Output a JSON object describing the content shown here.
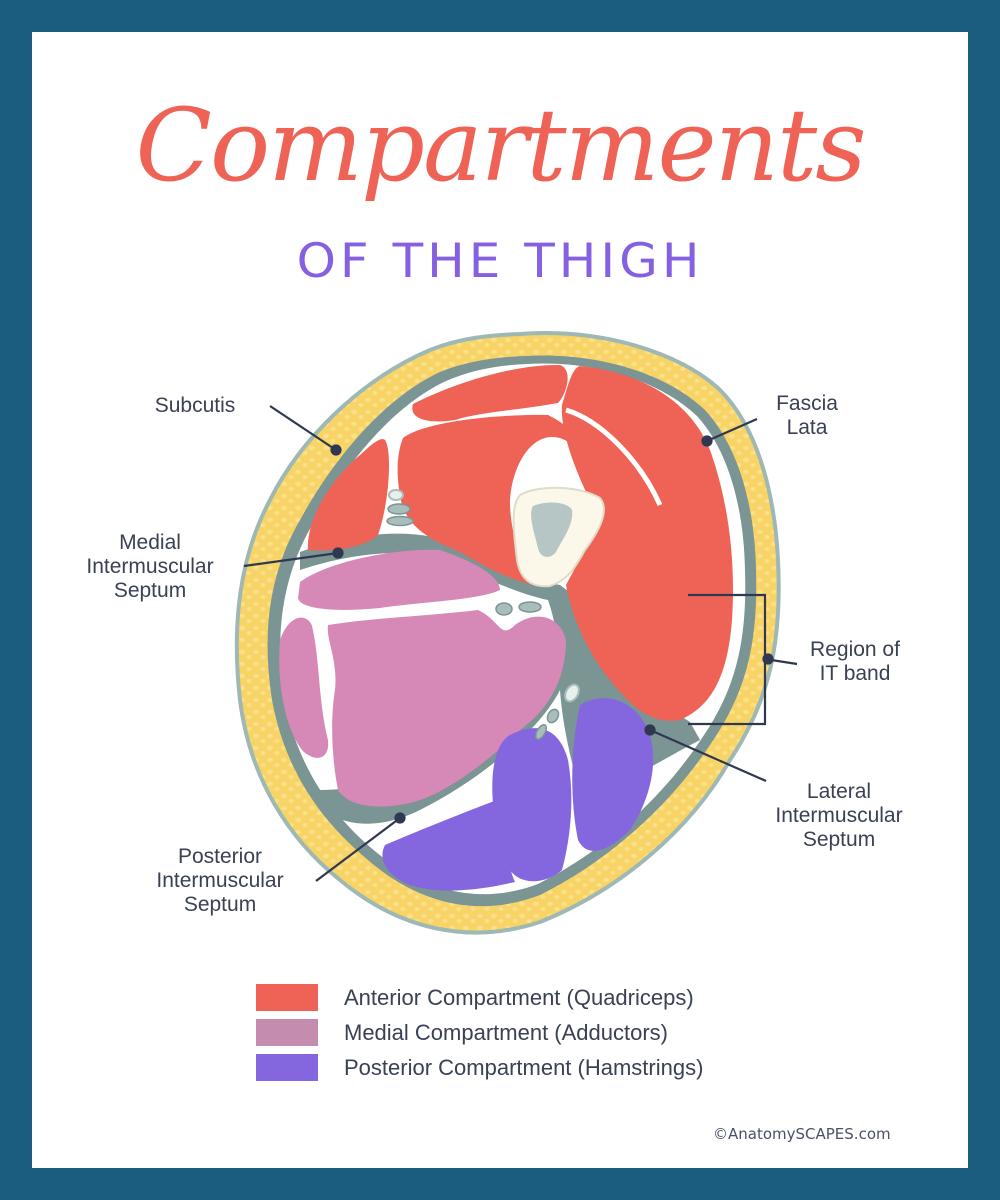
{
  "title": "Compartments",
  "subtitle": "OF THE THIGH",
  "colors": {
    "frame": "#1a5d7e",
    "title": "#ee6355",
    "subtitle": "#8560e0",
    "anterior": "#ee6355",
    "medial": "#d688b6",
    "medial_legend": "#c48cae",
    "posterior": "#8466df",
    "subcutis": "#f7d465",
    "fascia": "#7a9594",
    "bone": "#fbf8ea",
    "marrow": "#b5c6c5",
    "text": "#3a4154"
  },
  "labels": {
    "subcutis": "Subcutis",
    "fascia_lata": [
      "Fascia",
      "Lata"
    ],
    "medial_septum": [
      "Medial",
      "Intermuscular",
      "Septum"
    ],
    "it_band": [
      "Region of",
      "IT band"
    ],
    "lateral_septum": [
      "Lateral",
      "Intermuscular",
      "Septum"
    ],
    "posterior_septum": [
      "Posterior",
      "Intermuscular",
      "Septum"
    ]
  },
  "legend": [
    {
      "label": "Anterior Compartment (Quadriceps)",
      "color": "#ee6355"
    },
    {
      "label": "Medial Compartment (Adductors)",
      "color": "#c48cae"
    },
    {
      "label": "Posterior Compartment (Hamstrings)",
      "color": "#8466df"
    }
  ],
  "copyright": "©AnatomySCAPES.com"
}
